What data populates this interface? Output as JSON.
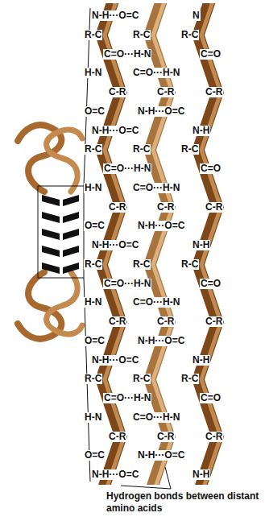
{
  "diagram": {
    "labels": [
      "N-H···O=C",
      "N",
      "R-C",
      "R-C",
      "R-C",
      "C=O···H-N",
      "C=O",
      "H-N",
      "C=O···H-N",
      "C-R",
      "C-R",
      "C-R",
      "O=C",
      "N-H···O=C",
      "N-H···O=C",
      "N-H",
      "R-C",
      "R-C",
      "R-C",
      "C=O···H-N",
      "C=O",
      "H-N",
      "C=O···H-N",
      "C-R",
      "C-R",
      "C-R",
      "O=C",
      "N-H···O=C",
      "N-H···O=C",
      "N-H",
      "R-C",
      "R-C",
      "R-C",
      "C=O···H-N",
      "C=O",
      "H-N",
      "C=O···H-N",
      "C-R",
      "C-R",
      "C-R",
      "O=C",
      "N-H···O=C",
      "N-H···O=C",
      "N-H",
      "R-C",
      "R-C",
      "R-C",
      "C=O···H-N",
      "C=O",
      "H-N",
      "C=O···H-N",
      "C-R",
      "C-R",
      "C-R",
      "O=C",
      "N-H···O=C",
      "N-H···O=C",
      "N-H",
      "Hydrogen bonds between distant amino acids"
    ]
  }
}
